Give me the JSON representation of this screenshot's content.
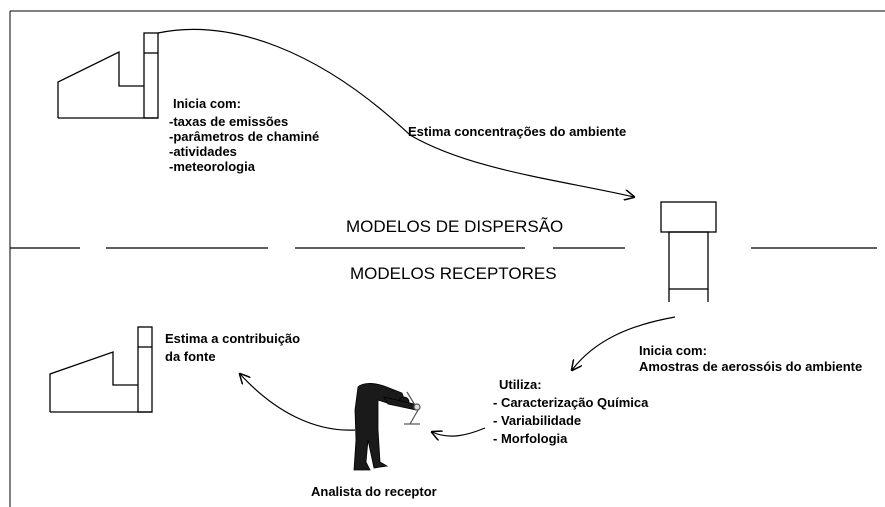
{
  "labels": {
    "source_intro": "Inicia com:",
    "source_items": [
      "-taxas de emissões",
      "-parâmetros de chaminé",
      "-atividades",
      "-meteorologia"
    ],
    "estimate_ambient": "Estima concentrações do ambiente",
    "dispersion_models": "MODELOS DE DISPERSÃO",
    "receptor_models": "MODELOS RECEPTORES",
    "estimate_contribution": [
      "Estima a contribuição",
      "da fonte"
    ],
    "receptor_intro": "Inicia com:",
    "receptor_samples": "Amostras de aerossóis do ambiente",
    "uses_intro": "Utiliza:",
    "uses_items": [
      "- Caracterização Química",
      "- Variabilidade",
      "- Morfologia"
    ],
    "analyst": "Analista do receptor"
  },
  "colors": {
    "line": "#000000",
    "figure": "#1a1a1a",
    "background": "#ffffff"
  }
}
